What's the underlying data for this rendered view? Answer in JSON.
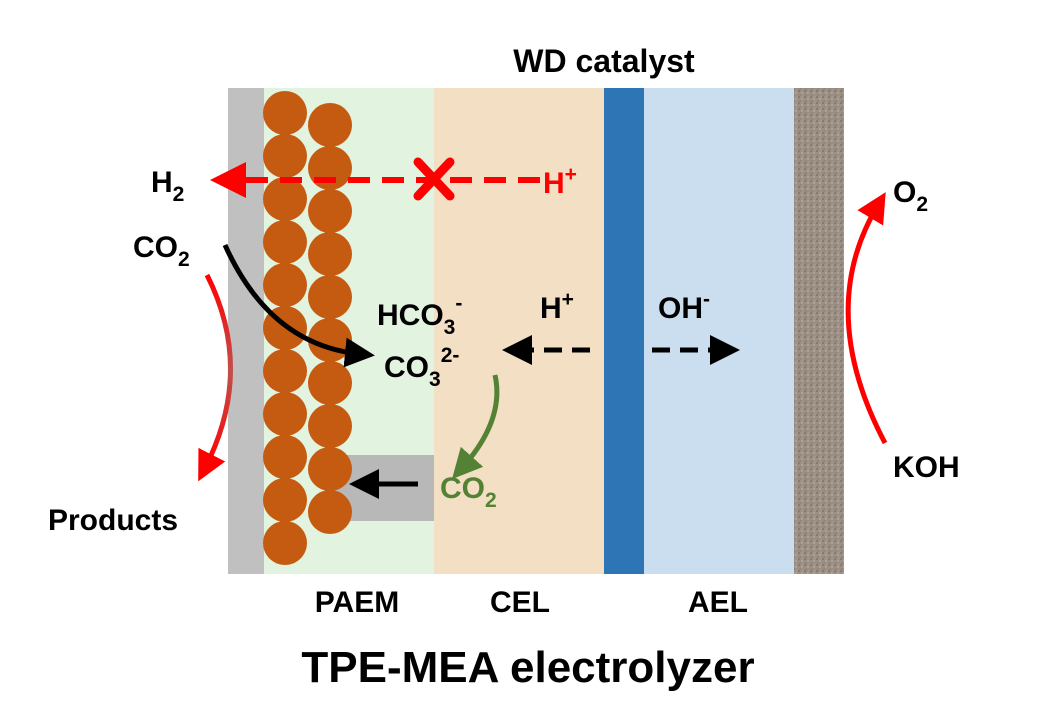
{
  "title": "TPE-MEA electrolyzer",
  "top_label": "WD catalyst",
  "layer_labels": {
    "paem": "PAEM",
    "cel": "CEL",
    "ael": "AEL"
  },
  "species": {
    "h2": {
      "base": "H",
      "sub": "2"
    },
    "co2_left": {
      "base": "CO",
      "sub": "2"
    },
    "h_plus_top": {
      "base": "H",
      "sup": "+"
    },
    "hco3": {
      "base": "HCO",
      "sub": "3",
      "sup": "-"
    },
    "co3": {
      "base": "CO",
      "sub": "3",
      "sup": "2-"
    },
    "h_plus_mid": {
      "base": "H",
      "sup": "+"
    },
    "oh_minus": {
      "base": "OH",
      "sup": "-"
    },
    "co2_green": {
      "base": "CO",
      "sub": "2"
    },
    "o2": {
      "base": "O",
      "sub": "2"
    },
    "koh": "KOH",
    "products": "Products"
  },
  "colors": {
    "gas_diffusion_layer": "#c0c0c0",
    "paem_layer": "#e2f3df",
    "cel_layer": "#f2dfc4",
    "bipolar_junction": "#2e75b6",
    "ael_layer": "#cadef0",
    "anode": "#9c8f84",
    "catalyst_particles": "#c55a11",
    "blocked_path_red": "#ff0000",
    "co2_green": "#548235",
    "arrow_black": "#000000"
  }
}
